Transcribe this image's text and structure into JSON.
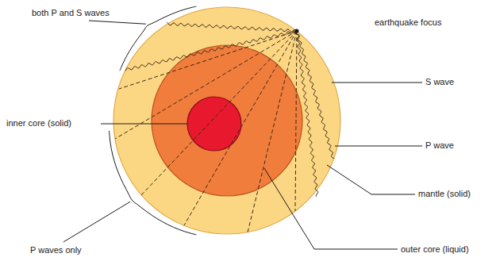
{
  "diagram": {
    "labels": [
      "both P and S waves",
      "earthquake focus",
      "S wave",
      "P wave",
      "inner core (solid)",
      "mantle (solid)",
      "P waves only",
      "outer core (liquid)"
    ]
  }
}
